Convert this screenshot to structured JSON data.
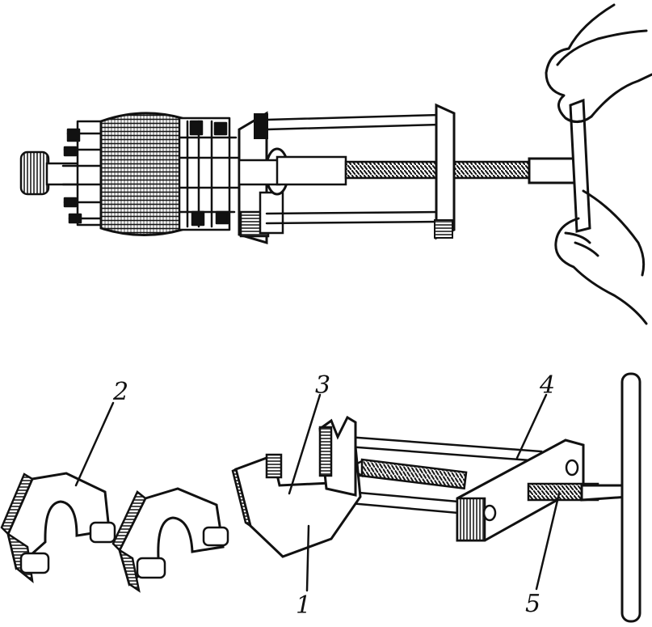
{
  "labels": {
    "part1": "1",
    "part2": "2",
    "part3": "3",
    "part4": "4",
    "part5": "5"
  },
  "colors": {
    "ink": "#111111",
    "paper": "#ffffff"
  }
}
